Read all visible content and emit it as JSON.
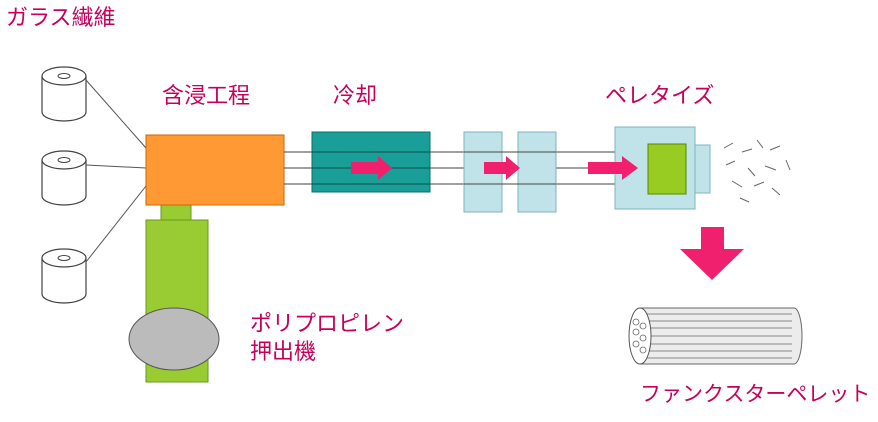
{
  "diagram": {
    "title": "ガラス繊維",
    "stages": {
      "impregnation": "含浸工程",
      "cooling": "冷却",
      "pelletize": "ペレタイズ"
    },
    "extruder": {
      "line1": "ポリプロピレン",
      "line2": "押出機"
    },
    "product": "ファンクスターペレット"
  },
  "colors": {
    "label": "#c8005a",
    "impregnation_box": "#ff9933",
    "cooling_box": "#1a9e98",
    "cooling_box_border": "#0f6e6a",
    "puller_box": "#bfe3e8",
    "extruder_body": "#99cc33",
    "extruder_hopper": "#bbbbbb",
    "arrow": "#f0206e",
    "cutter": "#99cc22"
  },
  "icons": [
    "glass-fiber-roll-icon",
    "process-arrow-icon",
    "down-arrow-icon",
    "pellet-strand-icon"
  ]
}
